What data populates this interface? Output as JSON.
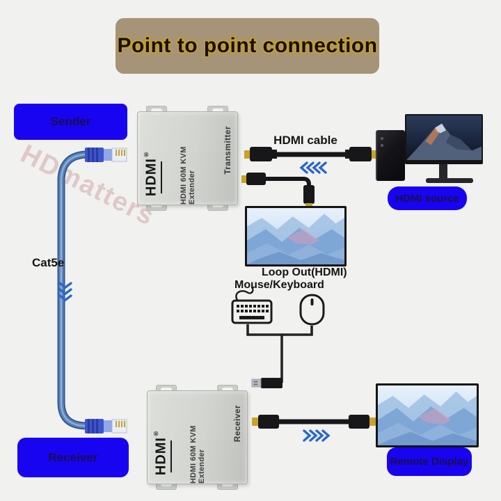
{
  "title": "Point to point connection",
  "watermark": "HDmatters",
  "labels": {
    "sender": "Sender",
    "receiver": "Receiver",
    "hdmi_source": "HDMI source",
    "remote_display": "Remote Display",
    "hdmi_cable": "HDMI cable",
    "loop_out": "Loop Out(HDMI)",
    "mouse_keyboard": "Mouse/Keyboard",
    "cat5e": "Cat5e"
  },
  "devices": {
    "transmitter": {
      "brand": "HDMI",
      "reg": "®",
      "model": "HDMI 60M KVM Extender",
      "role": "Transmitter"
    },
    "receiver": {
      "brand": "HDMI",
      "reg": "®",
      "model": "HDMI 60M KVM Extender",
      "role": "Receiver"
    }
  },
  "colors": {
    "background": "#f1f1ef",
    "label_blue": "#1804f0",
    "label_text": "#18104a",
    "title_bg": "#a59478",
    "title_text": "#151005",
    "title_outline": "#c9a02a",
    "chevron_blue": "#2a66cc",
    "cable_blue": "#5c84ba",
    "hdmi_gold": "#c9a227",
    "device_gray": "#d5d7d3"
  }
}
